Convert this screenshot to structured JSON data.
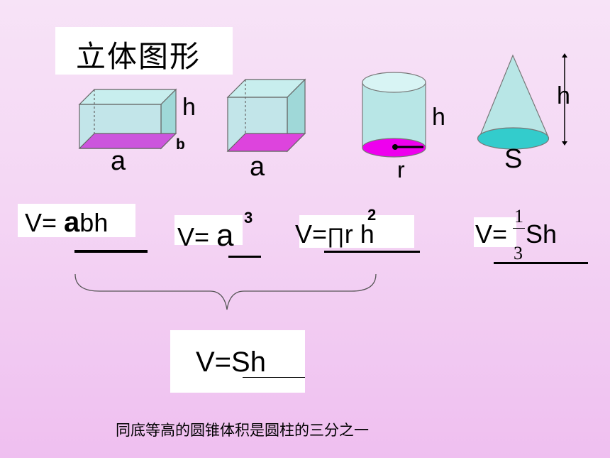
{
  "title": "立体图形",
  "solids": {
    "cuboid": {
      "h": "h",
      "a": "a",
      "b": "b"
    },
    "cube": {
      "a": "a"
    },
    "cylinder": {
      "h": "h",
      "r": "r"
    },
    "cone": {
      "h": "h",
      "s": "S"
    }
  },
  "formulas": {
    "cuboid": {
      "prefix": "V= ",
      "bold_a": "a",
      "rest": "bh"
    },
    "cube": {
      "prefix": "V= ",
      "base": "a",
      "exp": "3"
    },
    "cylinder": {
      "prefix": "V=",
      "pi": "∏",
      "r": "r",
      "exp": "2",
      "h": " h"
    },
    "cone": {
      "prefix": "V=",
      "num": "1",
      "den": "3",
      "rest": " Sh"
    },
    "general": "V=Sh"
  },
  "caption": "同底等高的圆锥体积是圆柱的三分之一",
  "colors": {
    "face": "#b8e6e6",
    "base_magenta": "#cc55dd",
    "cube_base": "#dd44dd",
    "cyl_base": "#ee00ee",
    "cone_base": "#33cccc"
  }
}
